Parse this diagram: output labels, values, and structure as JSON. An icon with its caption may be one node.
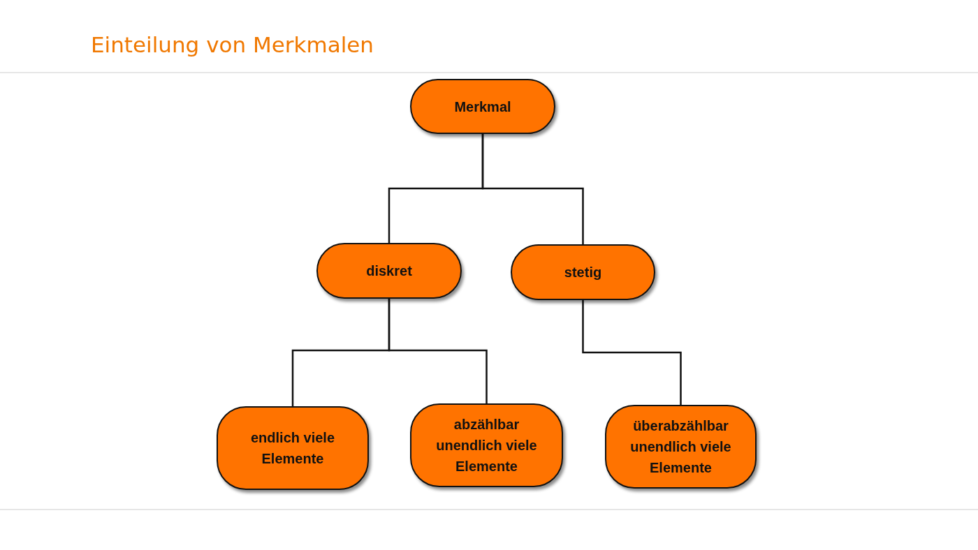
{
  "diagram": {
    "title": "Einteilung von Merkmalen",
    "nodes": [
      {
        "text": [
          "Merkmal"
        ]
      },
      {
        "text": [
          "diskret"
        ]
      },
      {
        "text": [
          "stetig"
        ]
      },
      {
        "text": [
          "endlich viele Elemente"
        ]
      },
      {
        "text": [
          "abzählbar unendlich viele Elemente"
        ]
      },
      {
        "text": [
          "überabzählbar unendlich viele Elemente"
        ]
      }
    ],
    "edges": [
      {
        "from": 0,
        "to": 1,
        "arrow": "none"
      },
      {
        "from": 0,
        "to": 2,
        "arrow": "none"
      },
      {
        "from": 1,
        "to": 3,
        "arrow": "none"
      },
      {
        "from": 1,
        "to": 4,
        "arrow": "none"
      },
      {
        "from": 2,
        "to": 5,
        "arrow": "none"
      }
    ]
  }
}
